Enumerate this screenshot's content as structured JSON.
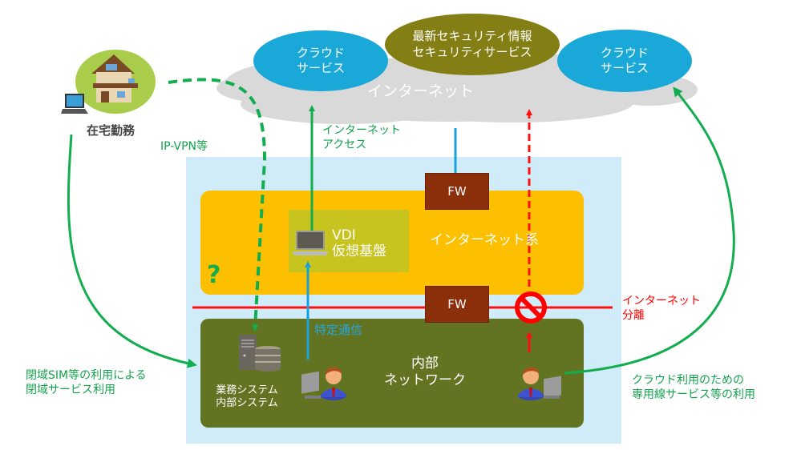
{
  "colors": {
    "cloud_gray": "#d9d9d9",
    "cloud_service_blue": "#19a8d8",
    "security_olive": "#847f14",
    "corp_area_lightblue": "#cfecf8",
    "internet_zone_yellow": "#fdc000",
    "vdi_box": "#c7c31f",
    "internal_zone_green": "#627421",
    "firewall_brown": "#8b2e0a",
    "path_green": "#12ad4f",
    "path_blue": "#1ba1d8",
    "path_red": "#ff1010",
    "label_green": "#13a24c",
    "label_red": "#ff0000",
    "label_blue": "#26a6dc"
  },
  "internet": {
    "label": "インターネット",
    "cloud_service_left": {
      "line1": "クラウド",
      "line2": "サービス"
    },
    "security_service": {
      "line1": "最新セキュリティ情報",
      "line2": "セキュリティサービス"
    },
    "cloud_service_right": {
      "line1": "クラウド",
      "line2": "サービス"
    }
  },
  "home": {
    "label": "在宅勤務",
    "icon": "house-with-laptop-icon"
  },
  "paths": {
    "ipvpn_label": "IP-VPN等",
    "internet_access_label": {
      "line1": "インターネット",
      "line2": "アクセス"
    },
    "specific_comm_label": "特定通信",
    "closed_sim_label": {
      "line1": "閉域SIM等の利用による",
      "line2": "閉域サービス利用"
    },
    "dedicated_line_label": {
      "line1": "クラウド利用のための",
      "line2": "専用線サービス等の利用"
    },
    "isolation_label": {
      "line1": "インターネット",
      "line2": "分離"
    }
  },
  "corporate": {
    "internet_zone_label": "インターネット系",
    "question_mark": "?",
    "vdi": {
      "line1": "VDI",
      "line2": "仮想基盤"
    },
    "fw_top": "FW",
    "fw_middle": "FW",
    "internal_network": {
      "line1": "内部",
      "line2": "ネットワーク"
    },
    "business_system": {
      "line1": "業務システム",
      "line2": "内部システム"
    }
  }
}
